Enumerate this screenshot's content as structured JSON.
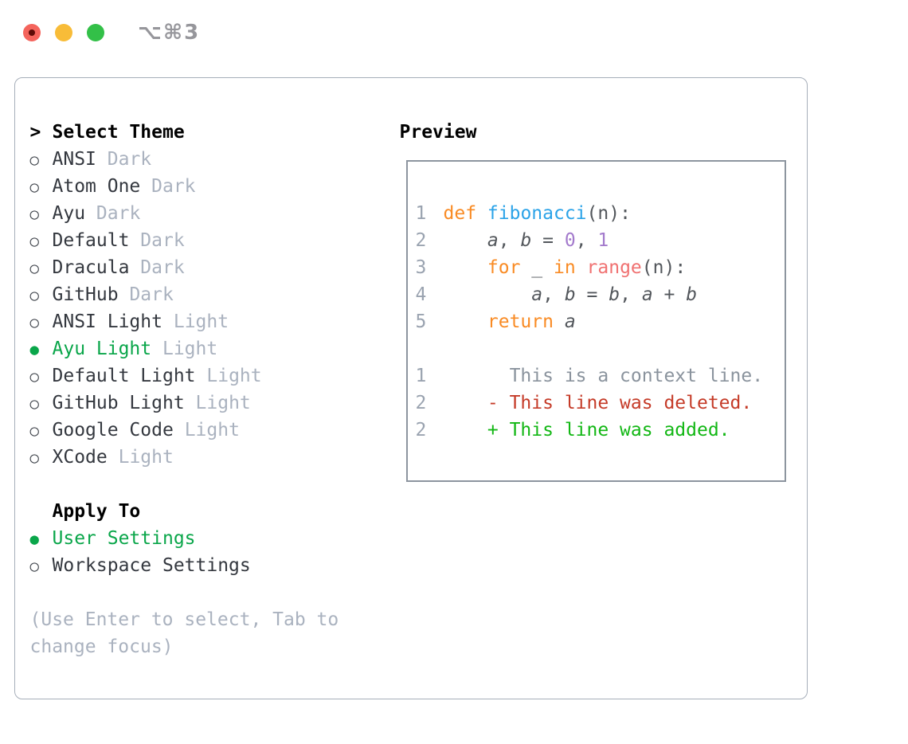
{
  "window": {
    "title": "⌥⌘3",
    "traffic_lights": [
      {
        "name": "close",
        "color": "#f4645c",
        "dot": "#5d0b06"
      },
      {
        "name": "minimize",
        "color": "#f8bc38"
      },
      {
        "name": "zoom",
        "color": "#33c048"
      }
    ]
  },
  "colors": {
    "accent_green": "#0aa64a",
    "added_green": "#12b714",
    "deleted_red": "#c53b28",
    "keyword_orange": "#f98b24",
    "function_blue": "#2ba3e8",
    "number_purple": "#a37acc",
    "builtin_pink": "#f07171",
    "code_text": "#53575c",
    "muted_gray": "#aab2bf",
    "line_number_gray": "#9aa3b0",
    "context_gray": "#8a939d",
    "list_text": "#34383f",
    "panel_border": "#a6aeb9",
    "preview_border": "#8d959f",
    "titlebar_gray": "#96969b",
    "traffic_red": "#f4645c",
    "traffic_red_dot": "#5d0b06",
    "traffic_yellow": "#f8bc38",
    "traffic_green": "#33c048"
  },
  "markers": {
    "prompt": ">",
    "selected": "●",
    "unselected": "○"
  },
  "left": {
    "header": {
      "marker": ">",
      "label": "Select Theme"
    },
    "themes": [
      {
        "label": "ANSI",
        "variant": "Dark",
        "selected": false
      },
      {
        "label": "Atom One",
        "variant": "Dark",
        "selected": false
      },
      {
        "label": "Ayu",
        "variant": "Dark",
        "selected": false
      },
      {
        "label": "Default",
        "variant": "Dark",
        "selected": false
      },
      {
        "label": "Dracula",
        "variant": "Dark",
        "selected": false
      },
      {
        "label": "GitHub",
        "variant": "Dark",
        "selected": false
      },
      {
        "label": "ANSI Light",
        "variant": "Light",
        "selected": false
      },
      {
        "label": "Ayu Light",
        "variant": "Light",
        "selected": true
      },
      {
        "label": "Default Light",
        "variant": "Light",
        "selected": false
      },
      {
        "label": "GitHub Light",
        "variant": "Light",
        "selected": false
      },
      {
        "label": "Google Code",
        "variant": "Light",
        "selected": false
      },
      {
        "label": "XCode",
        "variant": "Light",
        "selected": false
      }
    ],
    "apply_to": {
      "header": "Apply To",
      "options": [
        {
          "label": "User Settings",
          "selected": true
        },
        {
          "label": "Workspace Settings",
          "selected": false
        }
      ]
    },
    "hint_lines": [
      "(Use Enter to select, Tab to",
      "change focus)"
    ]
  },
  "preview": {
    "header": "Preview",
    "code_lines": [
      {
        "n": "1",
        "tokens": [
          {
            "t": "def",
            "c": "kw"
          },
          {
            "t": " "
          },
          {
            "t": "fibonacci",
            "c": "fn"
          },
          {
            "t": "(n):"
          }
        ]
      },
      {
        "n": "2",
        "tokens": [
          {
            "t": "    "
          },
          {
            "t": "a",
            "c": "var"
          },
          {
            "t": ", "
          },
          {
            "t": "b",
            "c": "var"
          },
          {
            "t": " = "
          },
          {
            "t": "0",
            "c": "num"
          },
          {
            "t": ", "
          },
          {
            "t": "1",
            "c": "num"
          }
        ]
      },
      {
        "n": "3",
        "tokens": [
          {
            "t": "    "
          },
          {
            "t": "for",
            "c": "kw"
          },
          {
            "t": " _ "
          },
          {
            "t": "in",
            "c": "kw"
          },
          {
            "t": " "
          },
          {
            "t": "range",
            "c": "call"
          },
          {
            "t": "(n):"
          }
        ]
      },
      {
        "n": "4",
        "tokens": [
          {
            "t": "        "
          },
          {
            "t": "a",
            "c": "var"
          },
          {
            "t": ", "
          },
          {
            "t": "b",
            "c": "var"
          },
          {
            "t": " = "
          },
          {
            "t": "b",
            "c": "var"
          },
          {
            "t": ", "
          },
          {
            "t": "a",
            "c": "var"
          },
          {
            "t": " + "
          },
          {
            "t": "b",
            "c": "var"
          }
        ]
      },
      {
        "n": "5",
        "tokens": [
          {
            "t": "    "
          },
          {
            "t": "return",
            "c": "kw"
          },
          {
            "t": " "
          },
          {
            "t": "a",
            "c": "var"
          }
        ]
      },
      {
        "n": "",
        "tokens": []
      },
      {
        "n": "1",
        "tokens": [
          {
            "t": "      This is a context line.",
            "c": "ctx"
          }
        ]
      },
      {
        "n": "2",
        "tokens": [
          {
            "t": "    - This line was deleted.",
            "c": "del"
          }
        ]
      },
      {
        "n": "2",
        "tokens": [
          {
            "t": "    + This line was added.",
            "c": "add"
          }
        ]
      }
    ]
  }
}
